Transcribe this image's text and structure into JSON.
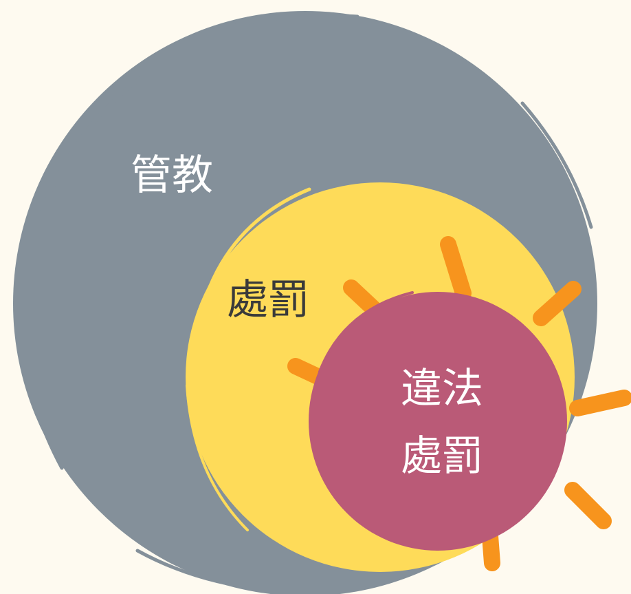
{
  "diagram": {
    "type": "nested-set-diagram",
    "sets": [
      {
        "id": "outer",
        "label": "管教",
        "color": "#84909A"
      },
      {
        "id": "middle",
        "label": "處罰",
        "color": "#FEDB59"
      },
      {
        "id": "inner",
        "label_line1": "違法",
        "label_line2": "處罰",
        "color": "#BA5A77"
      }
    ],
    "outer_label_color": "#FFFFFF",
    "middle_label_color": "#3A3A3A",
    "inner_label_color": "#FFFFFF",
    "ray_color": "#F7941D",
    "background": "#FEFAF0"
  }
}
